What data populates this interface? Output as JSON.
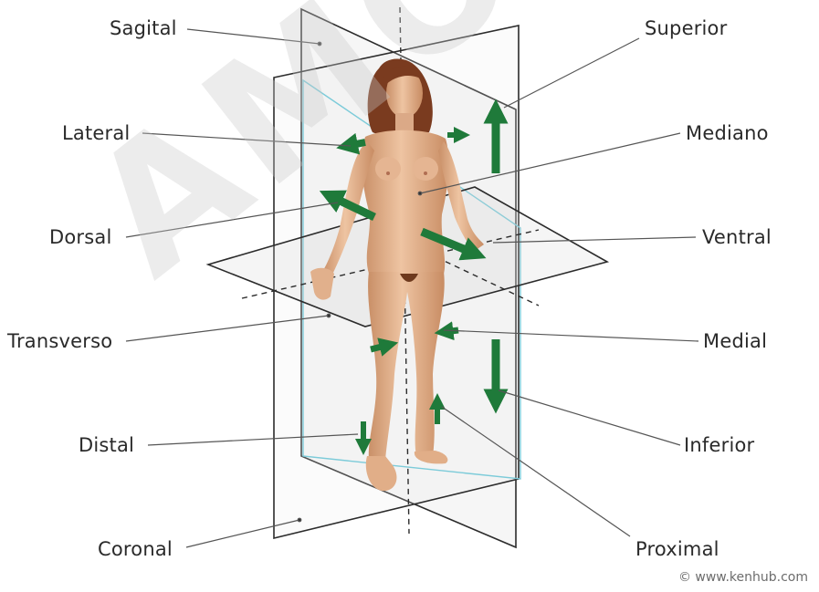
{
  "labels": {
    "sagital": "Sagital",
    "lateral": "Lateral",
    "dorsal": "Dorsal",
    "transverso": "Transverso",
    "distal": "Distal",
    "coronal": "Coronal",
    "superior": "Superior",
    "mediano": "Mediano",
    "ventral": "Ventral",
    "medial": "Medial",
    "inferior": "Inferior",
    "proximal": "Proximal"
  },
  "credit": "© www.kenhub.com",
  "watermark": "AMOS",
  "colors": {
    "arrow": "#1f7a3a",
    "plane_line": "#2b2b2b",
    "coronal_plane": "#9fd8e2",
    "skin": "#e3b48f",
    "hair": "#7a3b1f",
    "leader": "#555555"
  }
}
